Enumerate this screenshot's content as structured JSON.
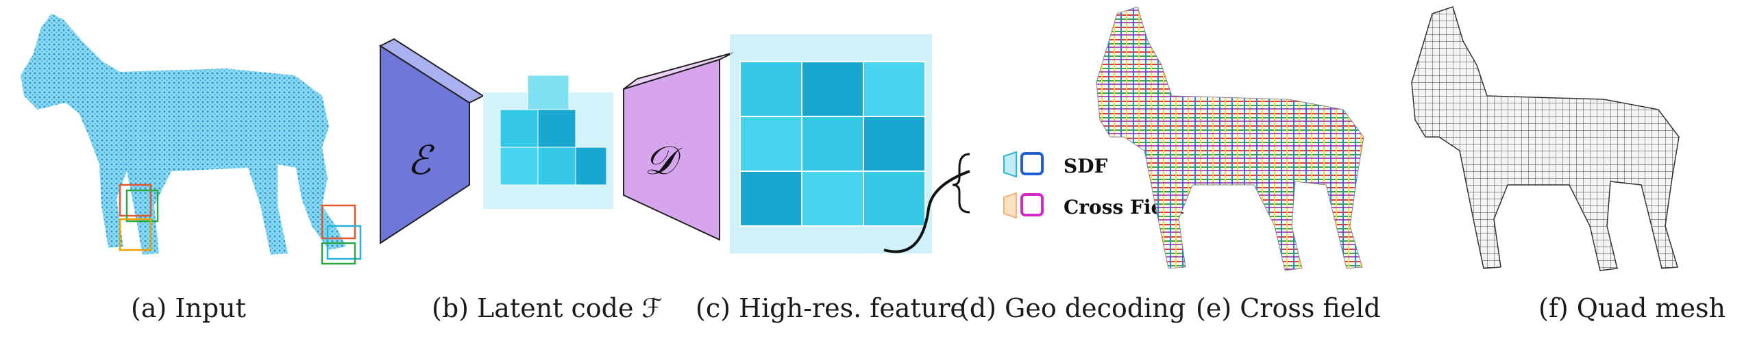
{
  "captions": {
    "input": "(a) Input",
    "latent": "(b) Latent code ℱ",
    "highres": "(c) High-res. feature",
    "geo": "(d) Geo decoding",
    "cross": "(e) Cross field",
    "quad": "(f) Quad mesh"
  },
  "network": {
    "encoder_symbol": "ℰ",
    "decoder_symbol": "𝒟"
  },
  "heads": {
    "sdf": "SDF",
    "cross_field": "Cross Field"
  },
  "colors": {
    "point_cloud": "#29b6e0",
    "encoder": "#6f78d8",
    "decoder": "#d6a5ee",
    "voxel": "#35c8e6",
    "voxel_ghost": "#bfeef8",
    "sdf_box": "#1f5fd6",
    "cross_box": "#d12ac7",
    "mesh_line": "#333333"
  }
}
